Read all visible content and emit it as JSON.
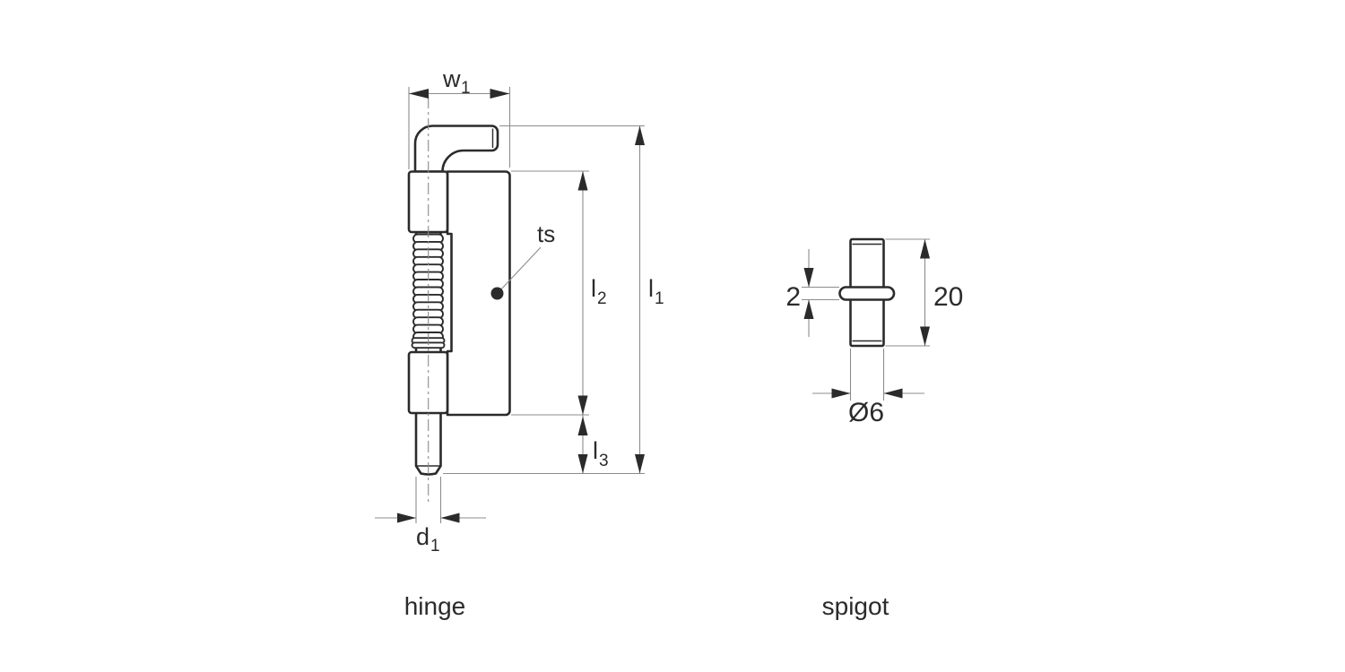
{
  "figure": {
    "background": "#ffffff",
    "outline_color": "#2b2b2b",
    "dimension_line_color": "#8c8c8c",
    "text_color": "#2b2b2b"
  },
  "hinge": {
    "caption": "hinge",
    "labels": {
      "w1": {
        "base": "w",
        "sub": "1"
      },
      "l1": {
        "base": "l",
        "sub": "1"
      },
      "l2": {
        "base": "l",
        "sub": "2"
      },
      "l3": {
        "base": "l",
        "sub": "3"
      },
      "d1": {
        "base": "d",
        "sub": "1"
      },
      "ts": "ts"
    }
  },
  "spigot": {
    "caption": "spigot",
    "labels": {
      "flange_thickness": "2",
      "overall_length": "20",
      "diameter": "Ø6"
    }
  }
}
